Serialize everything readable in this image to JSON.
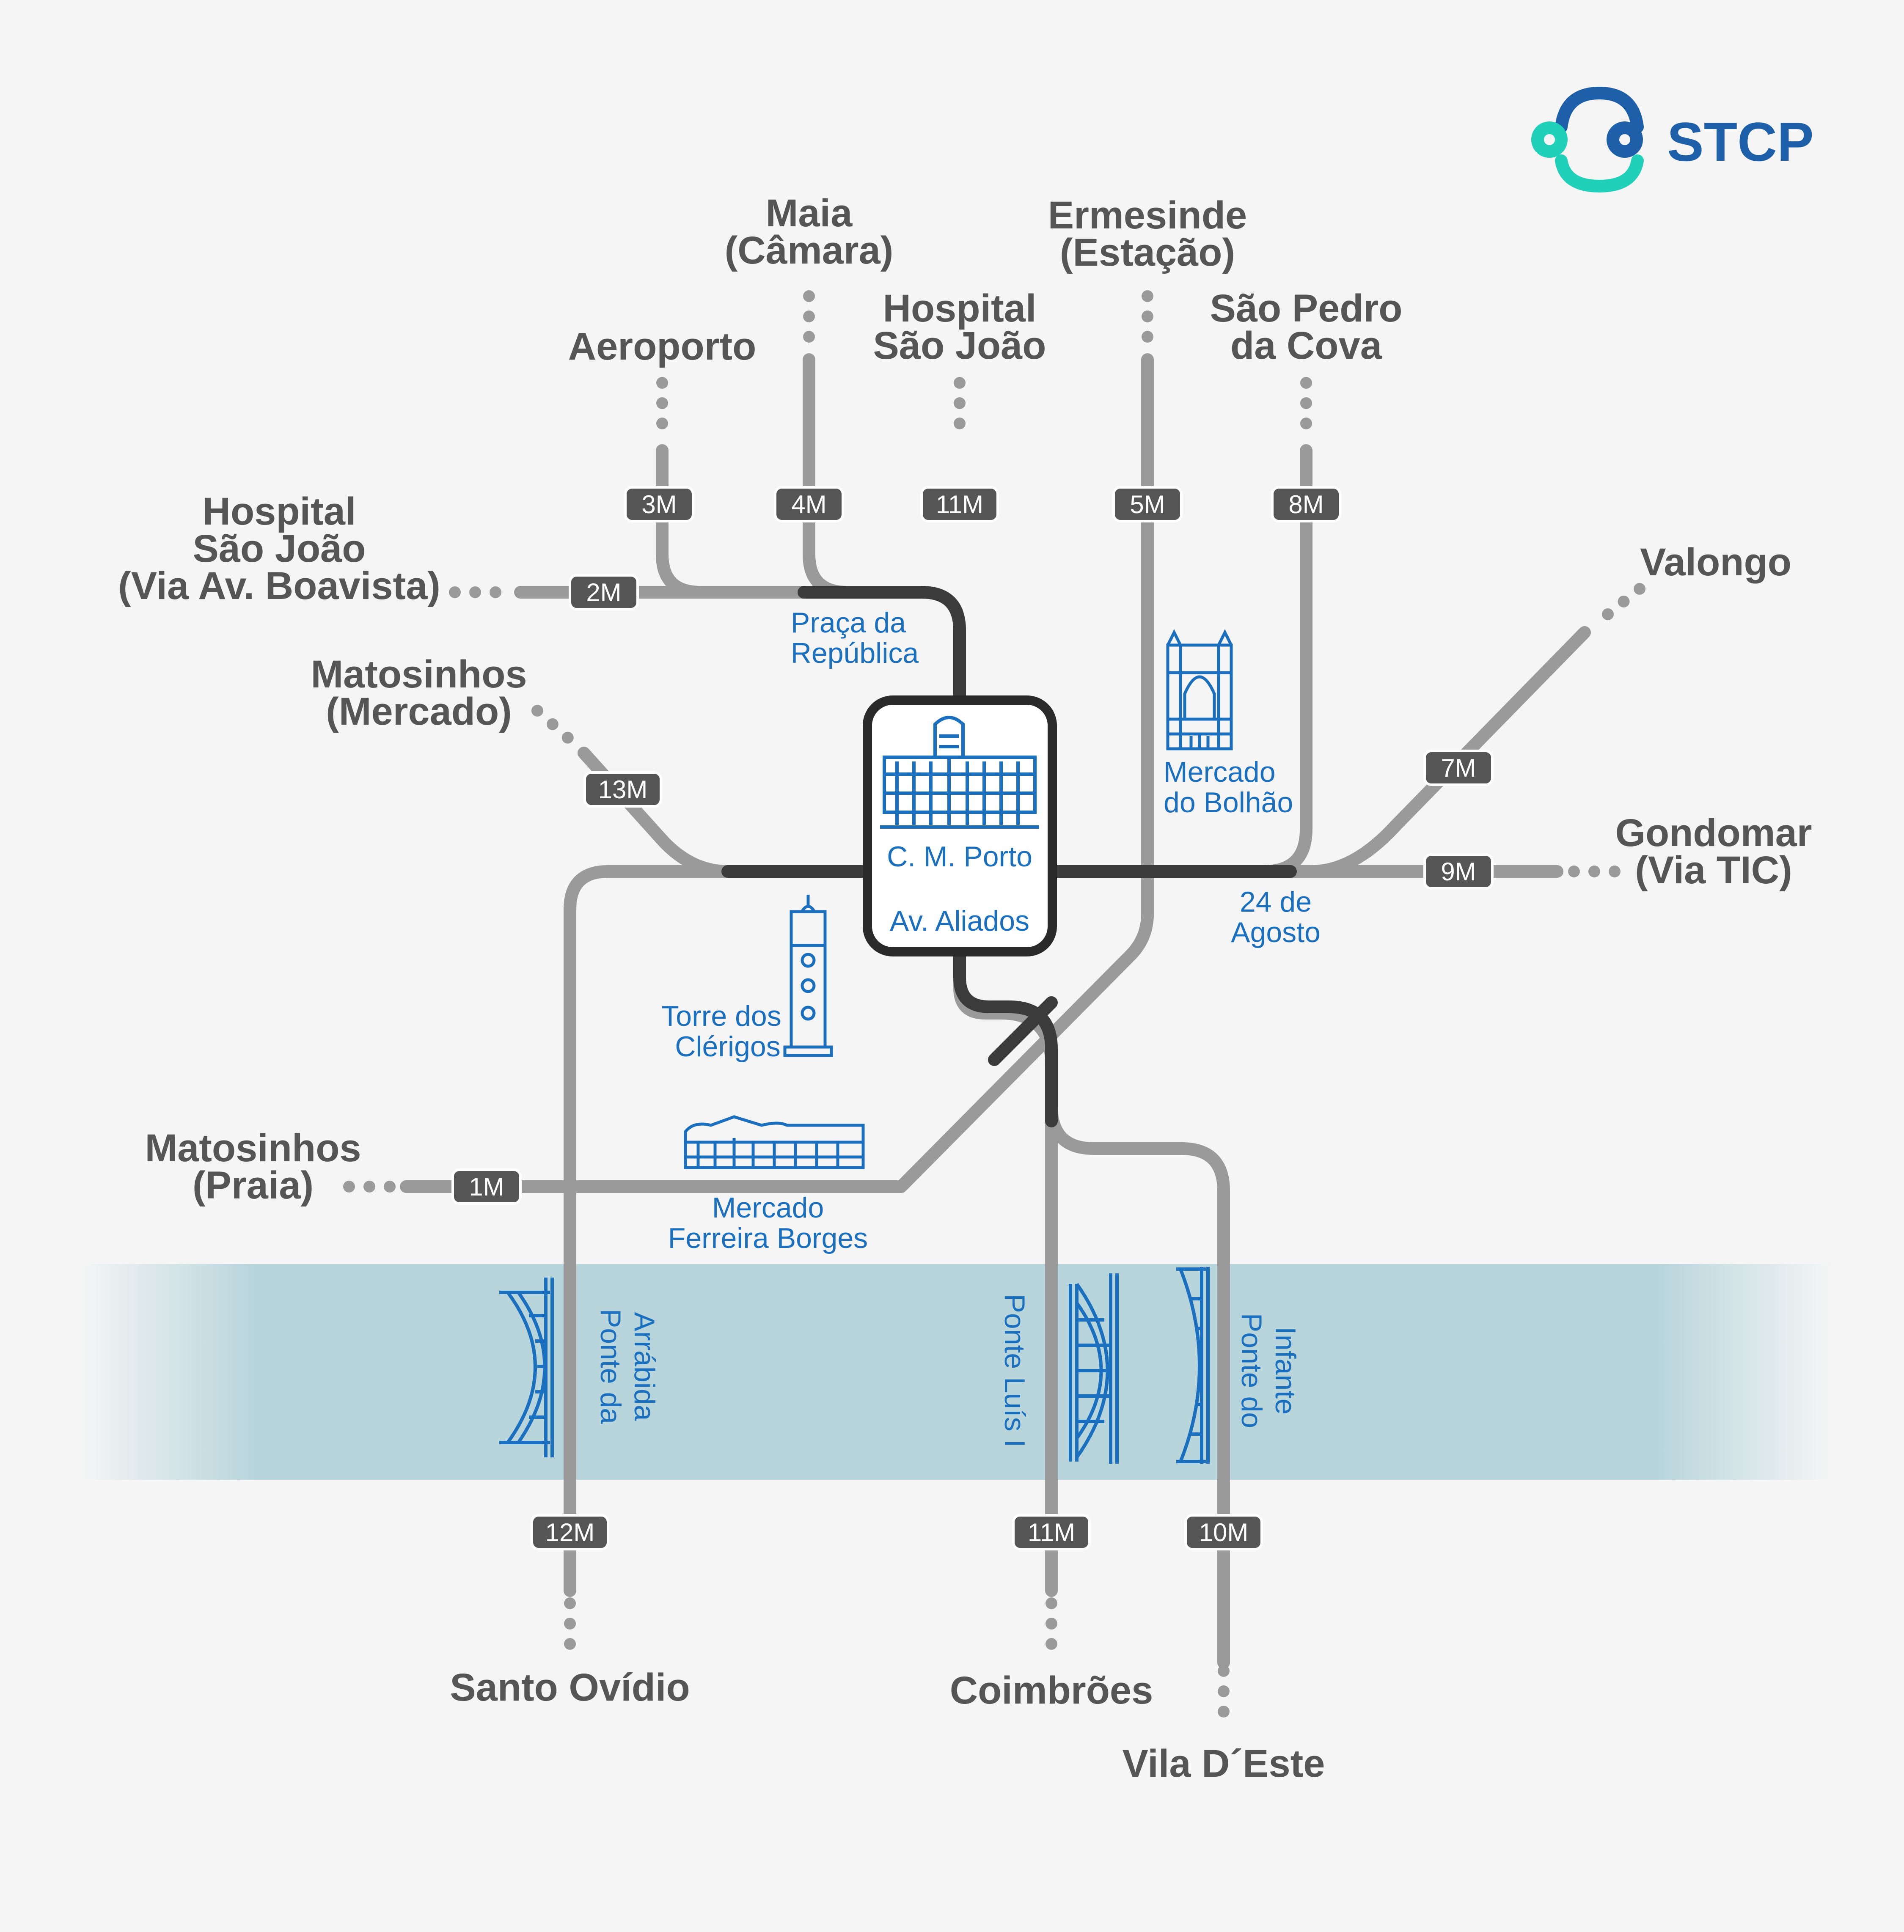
{
  "brand": {
    "name": "STCP",
    "color": "#1d5fa8",
    "accent": "#20d0b8"
  },
  "colors": {
    "line": "#9a9a9a",
    "line_dark": "#3b3b3b",
    "badge": "#555555",
    "poi": "#1a6fbf",
    "river": "#b8d5dc",
    "text": "#555555"
  },
  "hub": {
    "line1": "C. M. Porto",
    "line2": "Av. Aliados"
  },
  "destinations": {
    "aeroporto": "Aeroporto",
    "maia": [
      "Maia",
      "(Câmara)"
    ],
    "hsj": [
      "Hospital",
      "São João"
    ],
    "ermesinde": [
      "Ermesinde",
      "(Estação)"
    ],
    "spcova": [
      "São Pedro",
      "da Cova"
    ],
    "hsj_boavista": [
      "Hospital",
      "São João",
      "(Via Av. Boavista)"
    ],
    "valongo": "Valongo",
    "mat_mercado": [
      "Matosinhos",
      "(Mercado)"
    ],
    "gondomar": [
      "Gondomar",
      "(Via TIC)"
    ],
    "mat_praia": [
      "Matosinhos",
      "(Praia)"
    ],
    "santo_ovidio": "Santo Ovídio",
    "coimbroes": "Coimbrões",
    "vila_deste": "Vila D´Este"
  },
  "routes": {
    "r1": "1M",
    "r2": "2M",
    "r3": "3M",
    "r4": "4M",
    "r5": "5M",
    "r7": "7M",
    "r8": "8M",
    "r9": "9M",
    "r10": "10M",
    "r11n": "11M",
    "r11s": "11M",
    "r12": "12M",
    "r13": "13M"
  },
  "pois": {
    "praca": [
      "Praça da",
      "República"
    ],
    "bolhao": [
      "Mercado",
      "do Bolhão"
    ],
    "agosto": [
      "24 de",
      "Agosto"
    ],
    "clerigos": [
      "Torre dos",
      "Clérigos"
    ],
    "ferreira": [
      "Mercado",
      "Ferreira Borges"
    ],
    "arrabida": [
      "Ponte da",
      "Arrábida"
    ],
    "luis": "Ponte Luís I",
    "infante": [
      "Ponte do",
      "Infante"
    ]
  },
  "icons": [
    "stcp-logo-icon",
    "city-hall-icon",
    "clerigos-tower-icon",
    "bolhao-market-icon",
    "ferreira-borges-market-icon",
    "arrabida-bridge-icon",
    "luis-bridge-icon",
    "infante-bridge-icon"
  ]
}
